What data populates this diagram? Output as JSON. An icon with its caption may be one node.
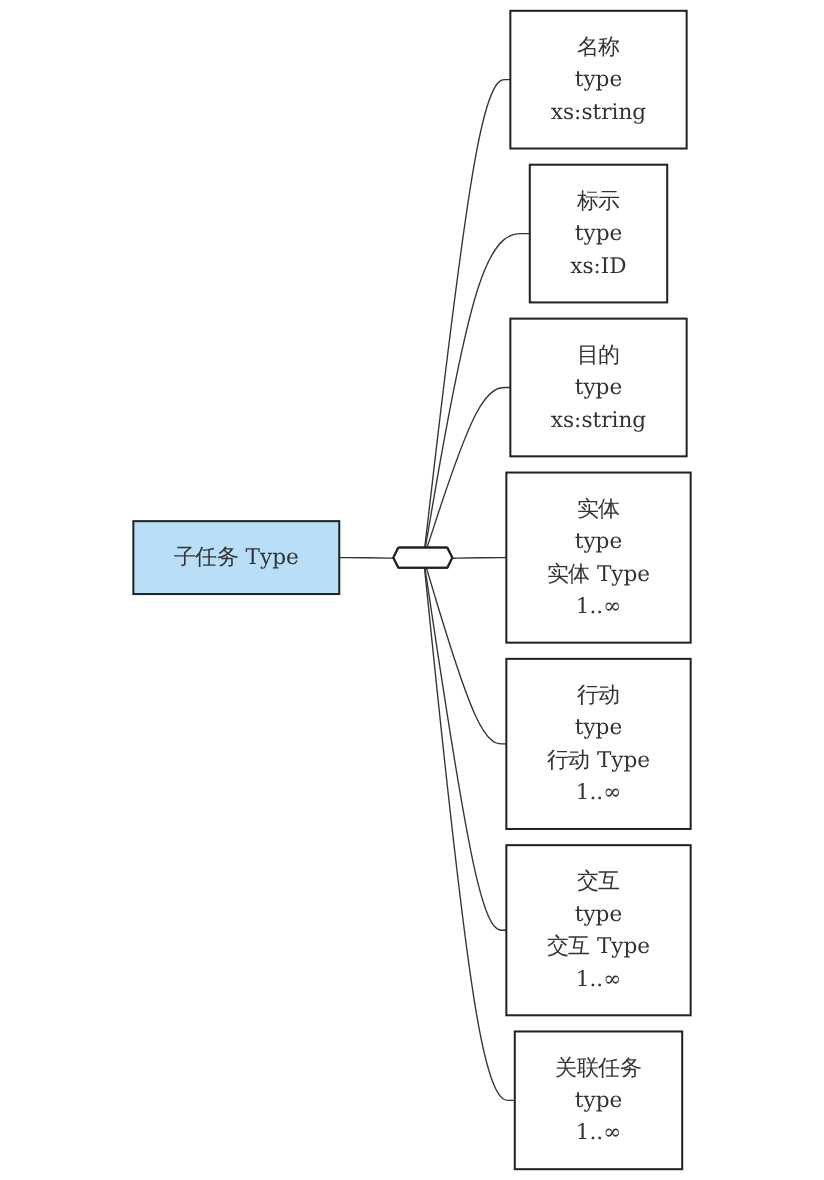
{
  "diagram": {
    "nodes": [
      {
        "text": [
          "子任务 Type"
        ]
      },
      {
        "text": [],
        "shape": "hexagon"
      },
      {
        "text": [
          "名称",
          "type",
          "xs:string"
        ]
      },
      {
        "text": [
          "标示",
          "type",
          "xs:ID"
        ]
      },
      {
        "text": [
          "目的",
          "type",
          "xs:string"
        ]
      },
      {
        "text": [
          "实体",
          "type",
          "实体 Type",
          "1..∞"
        ]
      },
      {
        "text": [
          "行动",
          "type",
          "行动 Type",
          "1..∞"
        ]
      },
      {
        "text": [
          "交互",
          "type",
          "交互 Type",
          "1..∞"
        ]
      },
      {
        "text": [
          "关联任务",
          "type",
          "1..∞"
        ]
      }
    ],
    "edges": [
      {
        "from": 0,
        "to": 1,
        "arrow": "none"
      },
      {
        "from": 1,
        "to": 2,
        "arrow": "none"
      },
      {
        "from": 1,
        "to": 3,
        "arrow": "none"
      },
      {
        "from": 1,
        "to": 4,
        "arrow": "none"
      },
      {
        "from": 1,
        "to": 5,
        "arrow": "none"
      },
      {
        "from": 1,
        "to": 6,
        "arrow": "none"
      },
      {
        "from": 1,
        "to": 7,
        "arrow": "none"
      },
      {
        "from": 1,
        "to": 8,
        "arrow": "none"
      }
    ]
  }
}
